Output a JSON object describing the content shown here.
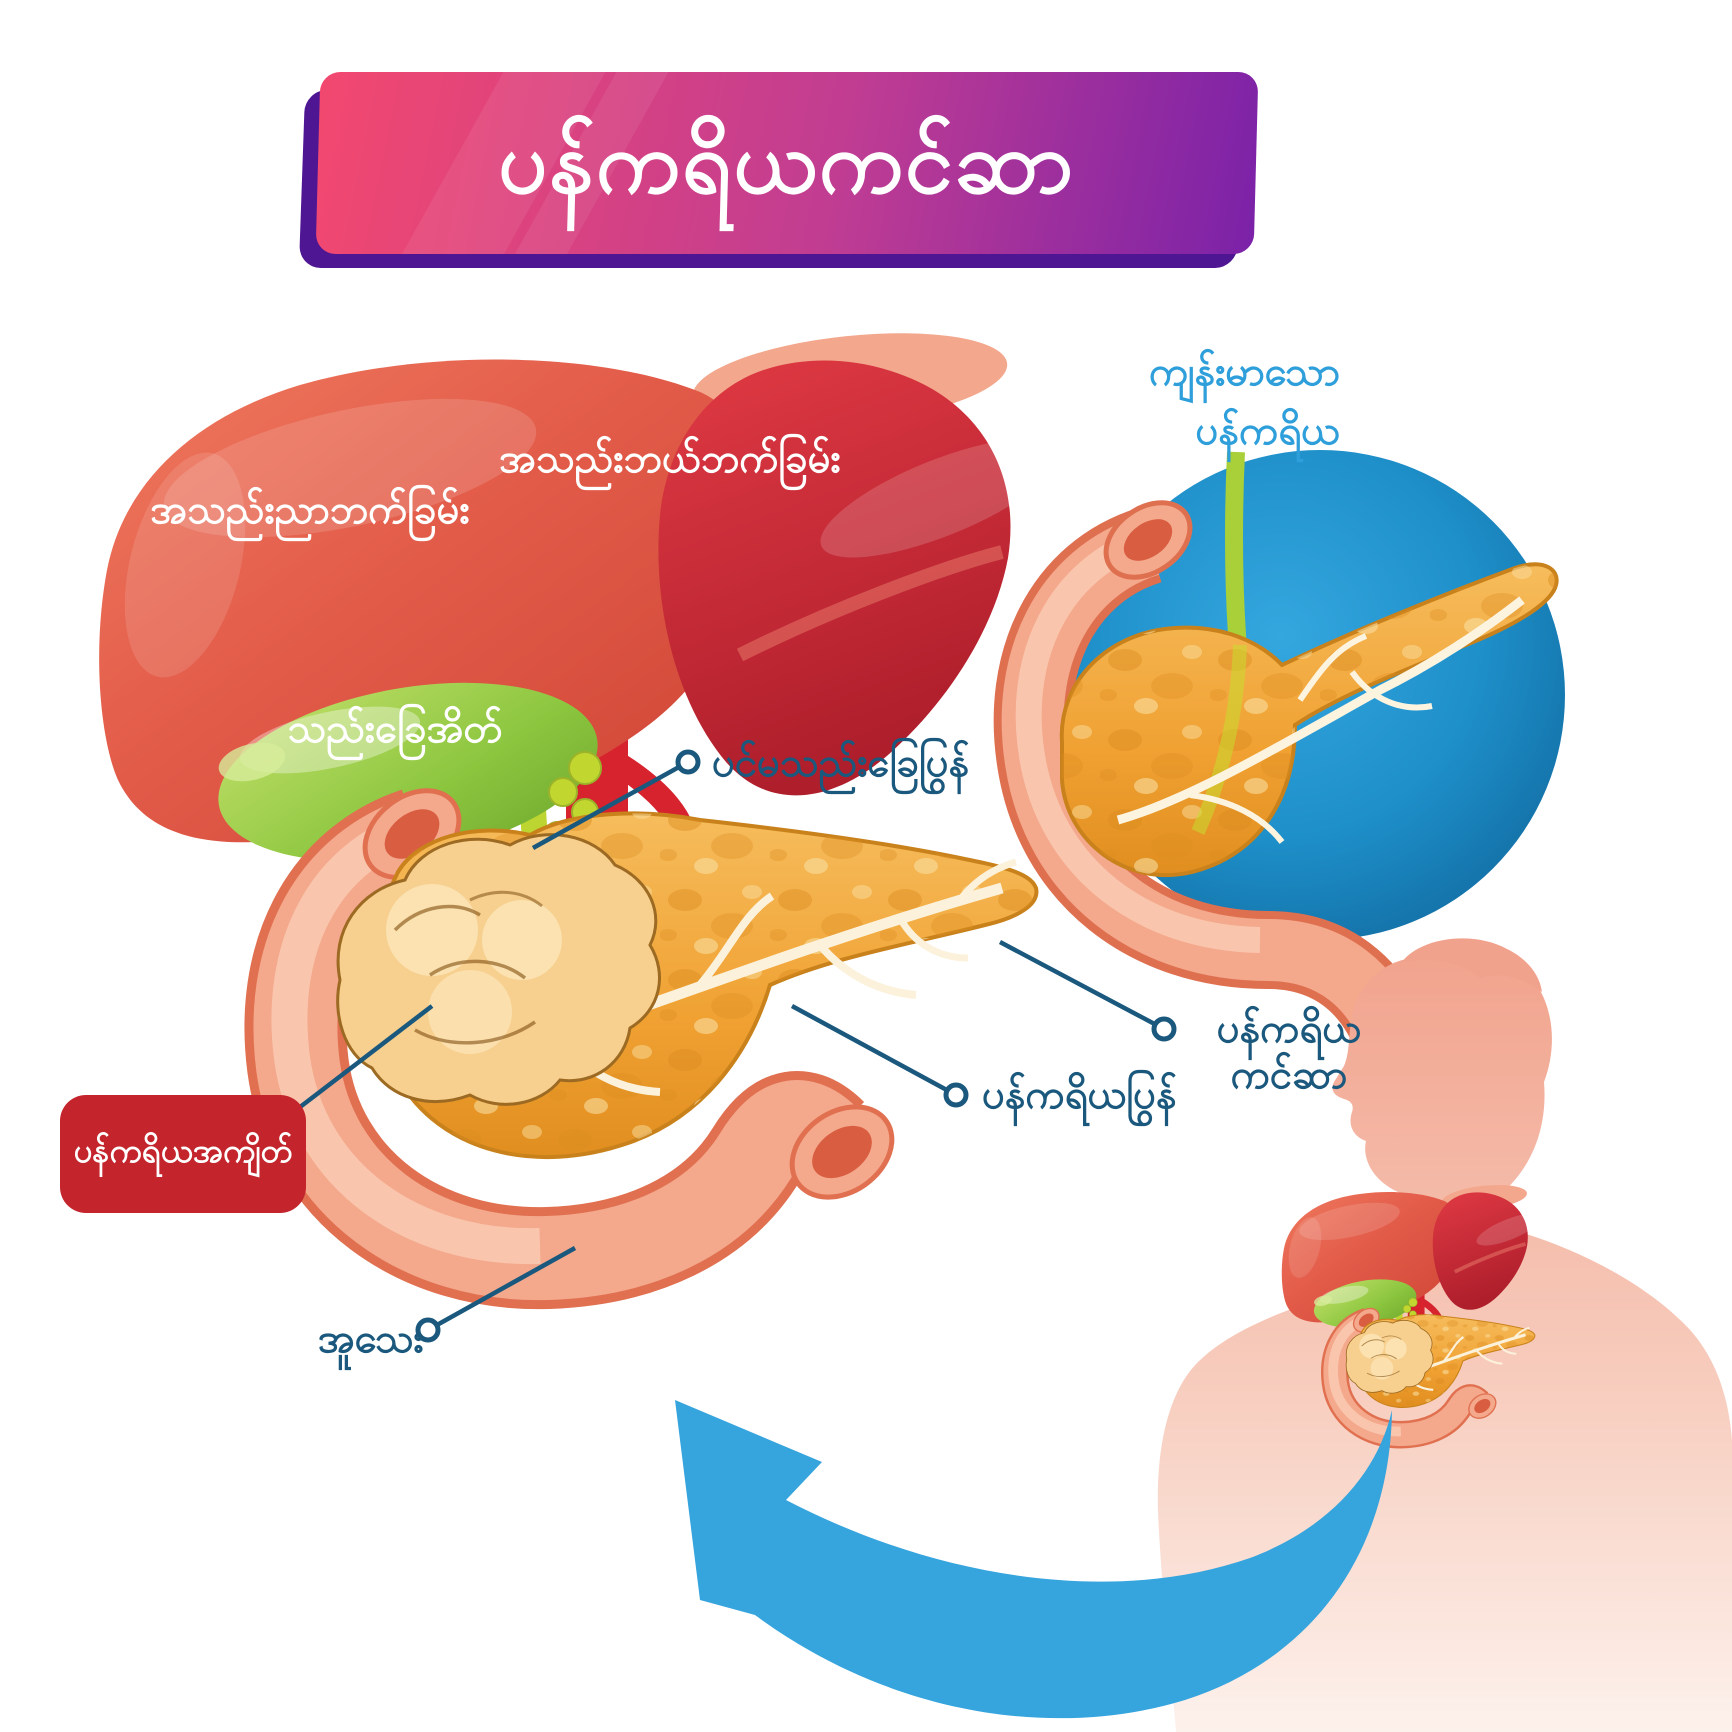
{
  "banner": {
    "title": "ပန်ကရိယကင်ဆာ"
  },
  "inset": {
    "title": "ကျန်းမာသောပန်ကရိယ"
  },
  "annotations": {
    "liver_right_lobe": "အသည်းညာဘက်ခြမ်း",
    "liver_left_lobe": "အသည်းဘယ်ဘက်ခြမ်း",
    "gallbladder": "သည်းခြေအိတ်",
    "common_bile_duct": "ပင်မသည်းခြေပြွန်",
    "pancreatic_tumor_badge": "ပန်ကရိယအကျိတ်",
    "pancreatic_cancer": "ပန်ကရိယ\nကင်ဆာ",
    "pancreatic_duct": "ပန်ကရိယပြွန်",
    "duodenum": "အူသေး"
  },
  "colors": {
    "banner_pink": "#F2486F",
    "banner_purple": "#7B22A8",
    "banner_shadow": "#4F1694",
    "title_text": "#FFFFFF",
    "label_blue": "#2E9FDA",
    "teal": "#1B587D",
    "badge_red": "#C4242C",
    "badge_text": "#FFFFFF",
    "liver_light_red": "#E25B49",
    "liver_dark_red": "#C42531",
    "gallbladder_green": "#8CC63F",
    "bile_duct_green": "#BCD531",
    "portal_vein_blue": "#2F9FD8",
    "artery_red": "#D6232E",
    "pancreas_orange": "#F0A132",
    "pancreas_outline": "#C9821B",
    "duct_white": "#FCF2DC",
    "duodenum_salmon": "#F4A88C",
    "inset_circle_blue": "#1E8FC9",
    "body_silhouette_salmon": "#F1A28C",
    "arrow_blue": "#36A4DD",
    "background": "#FFFFFF"
  }
}
